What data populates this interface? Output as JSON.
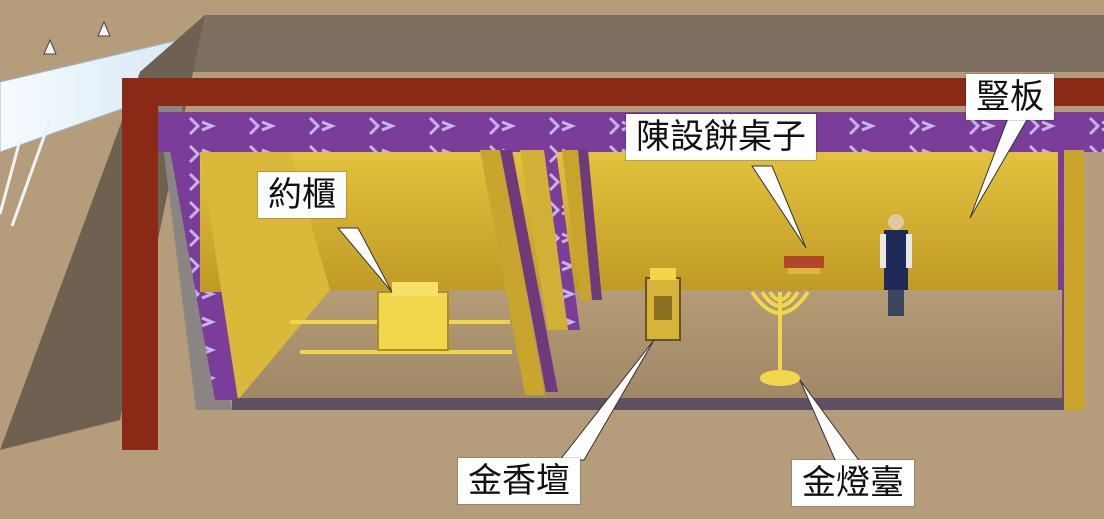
{
  "labels": {
    "ark": "約櫃",
    "showbread_table": "陳設餅桌子",
    "upright_boards": "豎板",
    "incense_altar": "金香壇",
    "lampstand": "金燈臺"
  },
  "colors": {
    "ground": "#b59d7c",
    "roof_top": "#7d6f60",
    "roof_wall": "#6e6152",
    "red_frame": "#8a2a16",
    "gold_wall": "#d0ad2f",
    "purple_band": "#7a3d9a",
    "floor": "#a8926f",
    "gold_item": "#f2d64b"
  }
}
